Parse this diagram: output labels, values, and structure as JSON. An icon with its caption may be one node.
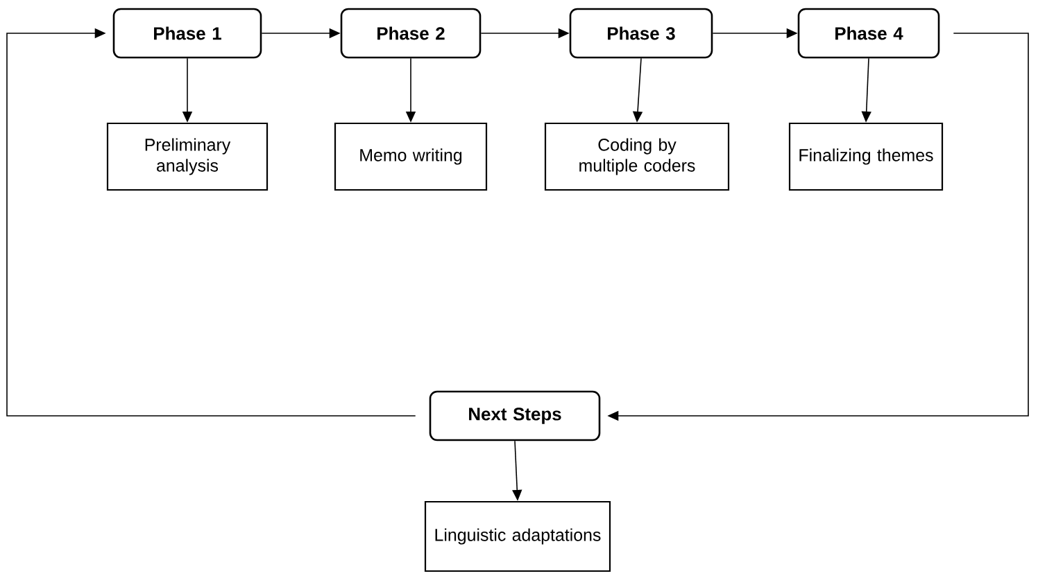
{
  "diagram": {
    "nodes": [
      {
        "text": [
          "Phase 1"
        ]
      },
      {
        "text": [
          "Phase 2"
        ]
      },
      {
        "text": [
          "Phase 3"
        ]
      },
      {
        "text": [
          "Phase 4"
        ]
      },
      {
        "text": [
          "Preliminary analysis"
        ]
      },
      {
        "text": [
          "Memo writing"
        ]
      },
      {
        "text": [
          "Coding by multiple coders"
        ]
      },
      {
        "text": [
          "Finalizing themes"
        ]
      },
      {
        "text": [
          "Next Steps"
        ]
      },
      {
        "text": [
          "Linguistic adaptations"
        ]
      }
    ],
    "edges": [
      {
        "from": 0,
        "to": 1,
        "arrow": "to"
      },
      {
        "from": 1,
        "to": 2,
        "arrow": "to"
      },
      {
        "from": 2,
        "to": 3,
        "arrow": "to"
      },
      {
        "from": 0,
        "to": 4,
        "arrow": "to"
      },
      {
        "from": 1,
        "to": 5,
        "arrow": "to"
      },
      {
        "from": 2,
        "to": 6,
        "arrow": "to"
      },
      {
        "from": 3,
        "to": 7,
        "arrow": "to"
      },
      {
        "from": 3,
        "to": 8,
        "arrow": "to"
      },
      {
        "from": 8,
        "to": 0,
        "arrow": "to"
      },
      {
        "from": 8,
        "to": 9,
        "arrow": "to"
      }
    ]
  }
}
